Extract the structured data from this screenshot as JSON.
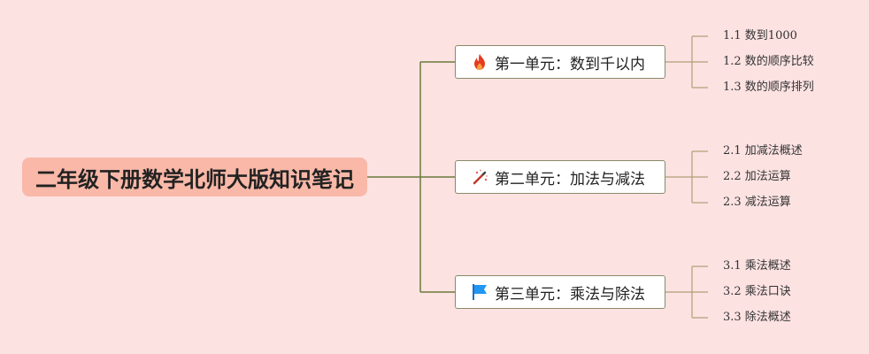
{
  "root": {
    "title": "二年级下册数学北师大版知识笔记"
  },
  "branches": [
    {
      "icon": "fire-icon",
      "label": "第一单元：数到千以内",
      "items": [
        "1.1 数到1000",
        "1.2 数的顺序比较",
        "1.3 数的顺序排列"
      ]
    },
    {
      "icon": "magic-wand-icon",
      "label": "第二单元：加法与减法",
      "items": [
        "2.1 加减法概述",
        "2.2 加法运算",
        "2.3 减法运算"
      ]
    },
    {
      "icon": "flag-icon",
      "label": "第三单元：乘法与除法",
      "items": [
        "3.1 乘法概述",
        "3.2 乘法口诀",
        "3.3 除法概述"
      ]
    }
  ],
  "colors": {
    "background": "#fde2e2",
    "root_fill": "#f9b8a8",
    "connector": "#6b7a3a",
    "leaf_connector": "#b0a078"
  }
}
